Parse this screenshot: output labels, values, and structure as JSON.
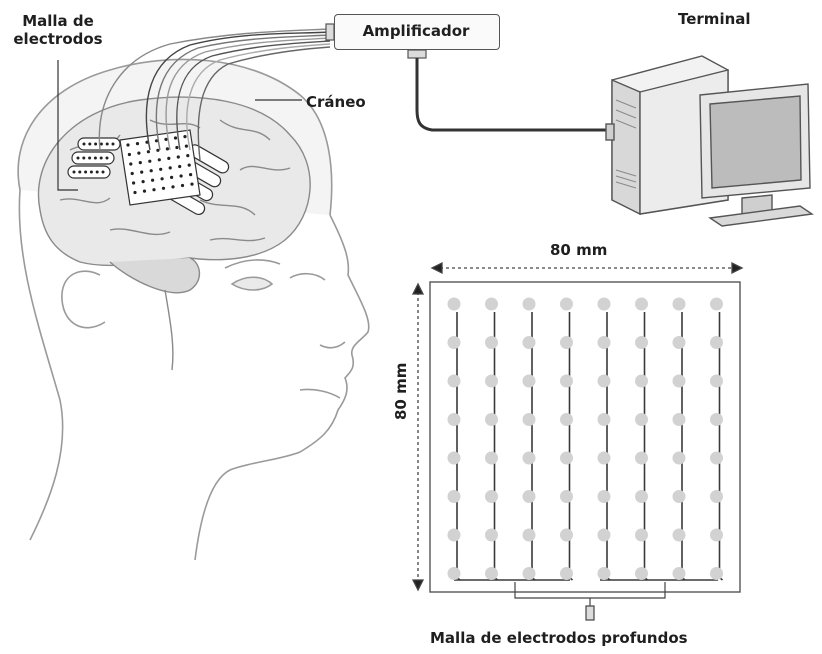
{
  "labels": {
    "malla_line1": "Malla de",
    "malla_line2": "electrodos",
    "craneo": "Cráneo",
    "amplificador": "Amplificador",
    "terminal": "Terminal",
    "width_dim": "80 mm",
    "height_dim": "80 mm",
    "bottom_caption": "Malla de electrodos profundos"
  },
  "grid": {
    "columns": 8,
    "rows": 8
  },
  "colors": {
    "text": "#1f1f1f",
    "line": "#555555",
    "cable": "#3a3a3a",
    "electrode": "#cfcfcf"
  },
  "icons": [
    "brain-head-illustration",
    "computer-terminal-icon"
  ]
}
